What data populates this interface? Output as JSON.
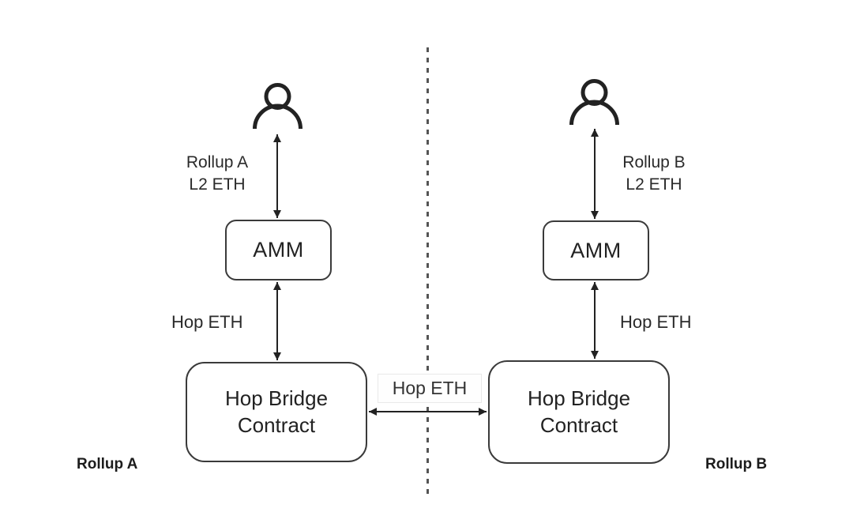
{
  "colors": {
    "stroke": "#222222",
    "box_border": "#3a3a3a",
    "dashed_line": "#555555",
    "text": "#222222",
    "label_box_border": "#e9e9e9",
    "background": "#ffffff"
  },
  "nodes": {
    "amm_left": {
      "label": "AMM"
    },
    "amm_right": {
      "label": "AMM"
    },
    "bridge_left": {
      "label": "Hop Bridge Contract"
    },
    "bridge_right": {
      "label": "Hop Bridge Contract"
    }
  },
  "labels": {
    "left_flow_line1": "Rollup A",
    "left_flow_line2": "L2 ETH",
    "right_flow_line1": "Rollup B",
    "right_flow_line2": "L2 ETH",
    "hop_eth_left": "Hop ETH",
    "hop_eth_right": "Hop ETH",
    "hop_eth_bridge": "Hop ETH",
    "region_left": "Rollup A",
    "region_right": "Rollup B"
  },
  "icons": {
    "left_user": "person-icon",
    "right_user": "person-icon"
  }
}
